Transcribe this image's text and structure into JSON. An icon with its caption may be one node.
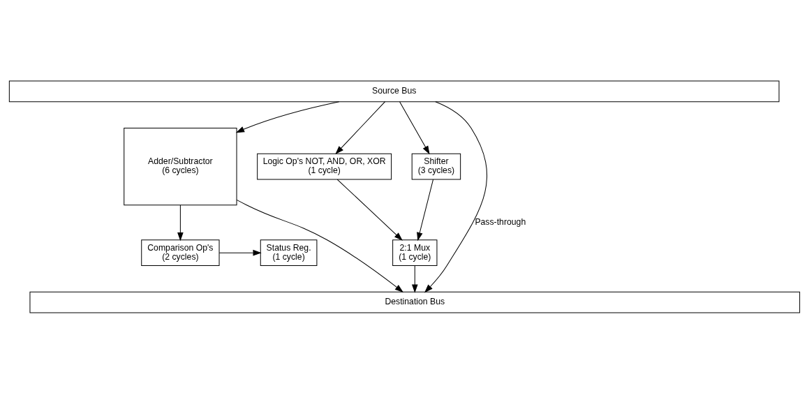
{
  "diagram": {
    "nodes": [
      {
        "text": [
          "Source Bus"
        ]
      },
      {
        "text": [
          "Adder/Subtractor",
          "(6 cycles)"
        ]
      },
      {
        "text": [
          "Logic Op's NOT, AND, OR, XOR",
          "(1 cycle)"
        ]
      },
      {
        "text": [
          "Shifter",
          "(3 cycles)"
        ]
      },
      {
        "text": [
          "Comparison Op's",
          "(2 cycles)"
        ]
      },
      {
        "text": [
          "Status Reg.",
          "(1 cycle)"
        ]
      },
      {
        "text": [
          "2:1 Mux",
          "(1 cycle)"
        ]
      },
      {
        "text": [
          "Destination Bus"
        ]
      }
    ],
    "edges": [
      {
        "from": 0,
        "to": 1,
        "arrow": "to"
      },
      {
        "from": 0,
        "to": 7,
        "arrow": "to",
        "label": "Pass-through"
      },
      {
        "from": 0,
        "to": 2,
        "arrow": "to"
      },
      {
        "from": 0,
        "to": 3,
        "arrow": "to"
      },
      {
        "from": 1,
        "to": 4,
        "arrow": "to"
      },
      {
        "from": 1,
        "to": 7,
        "arrow": "to"
      },
      {
        "from": 4,
        "to": 5,
        "arrow": "to"
      },
      {
        "from": 2,
        "to": 6,
        "arrow": "to"
      },
      {
        "from": 3,
        "to": 6,
        "arrow": "to"
      },
      {
        "from": 6,
        "to": 7,
        "arrow": "to"
      }
    ]
  }
}
